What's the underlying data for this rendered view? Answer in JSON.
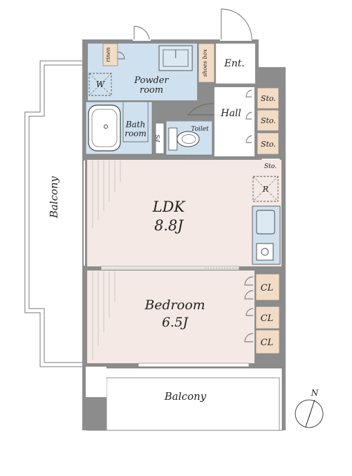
{
  "rooms": {
    "balcony_left": "Balcony",
    "balcony_bottom": "Balcony",
    "ldk_name": "LDK",
    "ldk_size": "8.8J",
    "bedroom_name": "Bedroom",
    "bedroom_size": "6.5J",
    "powder_line1": "Powder",
    "powder_line2": "room",
    "bath_line1": "Bath",
    "bath_line2": "room",
    "toilet": "Toilet",
    "hall": "Hall",
    "entrance": "Ent."
  },
  "fixtures": {
    "rinen": "rinen",
    "washer": "W",
    "shoes_box": "shoes box",
    "ps": "PS",
    "refrigerator": "R",
    "storage": [
      "Sto.",
      "Sto.",
      "Sto.",
      "Sto."
    ],
    "closets": [
      "CL",
      "CL",
      "CL"
    ]
  },
  "compass": {
    "label": "N"
  },
  "colors": {
    "wall": "#8c8c8c",
    "wet_area": "#cfe1ef",
    "room_floor": "#f4e9e4",
    "storage": "#f3dcc6",
    "entrance": "#ffffff"
  }
}
